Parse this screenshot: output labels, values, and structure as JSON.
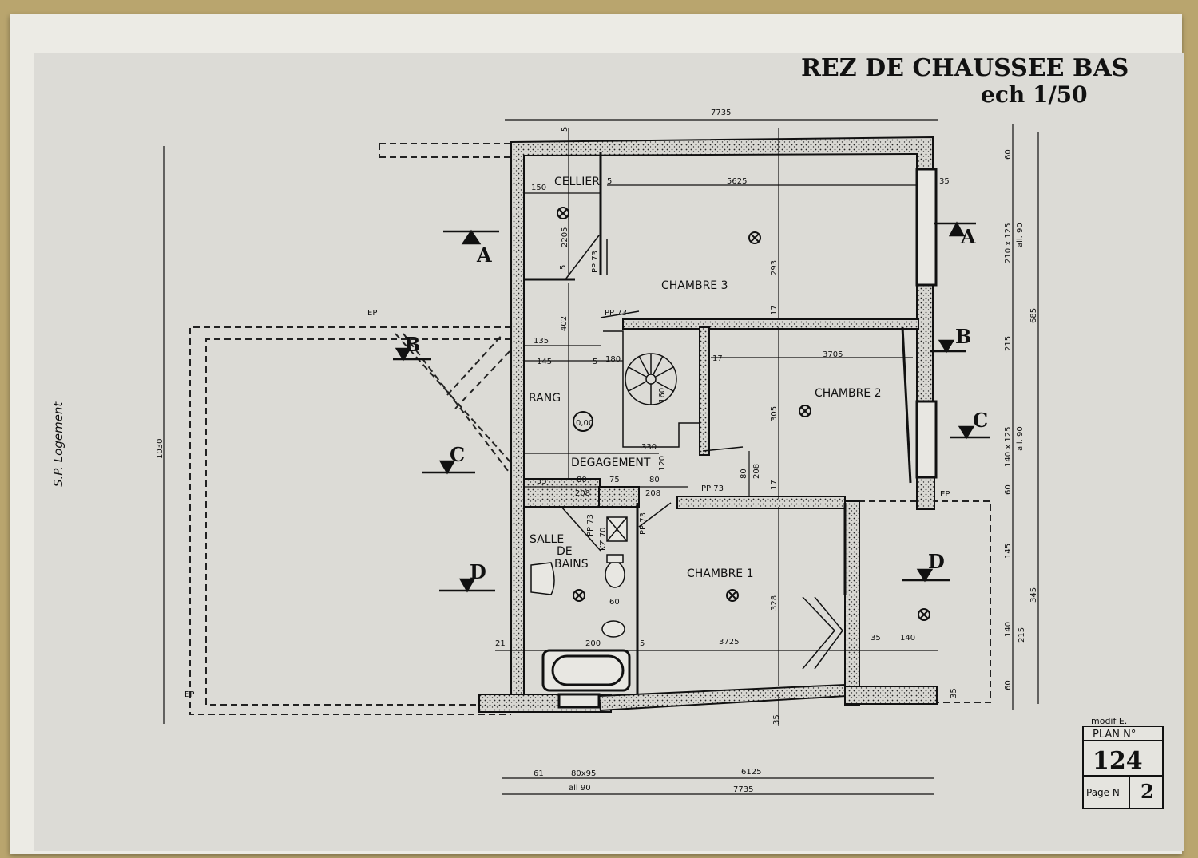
{
  "title": {
    "line1": "REZ DE CHAUSSEE BAS",
    "line2": "ech 1/50"
  },
  "side_note": "S.P. Logement",
  "rooms": {
    "cellier": "CELLIER",
    "chambre3": "CHAMBRE 3",
    "chambre2": "CHAMBRE 2",
    "chambre1": "CHAMBRE 1",
    "rang": "RANG",
    "degagement": "DEGAGEMENT",
    "sdb1": "SALLE",
    "sdb2": "DE",
    "sdb3": "BAINS"
  },
  "level_mark": "0,00",
  "sections": {
    "a": "A",
    "b": "B",
    "c": "C",
    "d": "D"
  },
  "ep_label": "EP",
  "door_labels": {
    "pp73": "PP 73",
    "kz70": "KZ 70"
  },
  "dimensions": {
    "top_overall": "7735",
    "cellier_w": "150",
    "cellier_gap": "5",
    "ch3_w": "5625",
    "right_35": "35",
    "cellier_h": "2205",
    "cellier_5": "5",
    "top_5": "5",
    "ch3_h": "293",
    "ch3_17": "17",
    "stair_402": "402",
    "d_135": "135",
    "d_145": "145",
    "d_5b": "5",
    "d_180": "180",
    "stair_160": "160",
    "d_17": "17",
    "ch2_w": "3705",
    "ch2_h": "305",
    "ch2_17": "17",
    "d_330": "330",
    "d_120": "120",
    "d_208v": "208",
    "d_80v": "80",
    "row_55": "55",
    "row_80a": "80",
    "row_75": "75",
    "row_80b": "80",
    "row_208a": "208",
    "row_208b": "208",
    "d_60": "60",
    "d_21": "21",
    "sdb_w": "200",
    "ch1_5": "5",
    "ch1_w": "3725",
    "ch1_h": "328",
    "d_35b": "35",
    "d_140b": "140",
    "bottom_35": "35",
    "left_overall": "1030",
    "right_60a": "60",
    "right_win1": "210 x 125",
    "right_all1": "all. 90",
    "right_215": "215",
    "right_685": "685",
    "right_win2": "140 x 125",
    "right_all2": "all. 90",
    "right_60b": "60",
    "right_145": "145",
    "right_345": "345",
    "right_140": "140",
    "right_215b": "215",
    "right_60c": "60",
    "right_35c": "35",
    "bot_61": "61",
    "bot_door": "80x95",
    "bot_all": "all 90",
    "bot_6125": "6125",
    "bot_7735": "7735"
  },
  "plan_box": {
    "modif": "modif E.",
    "plan_label": "PLAN N°",
    "plan_number": "124",
    "page_label": "Page N",
    "page_number": "2"
  }
}
